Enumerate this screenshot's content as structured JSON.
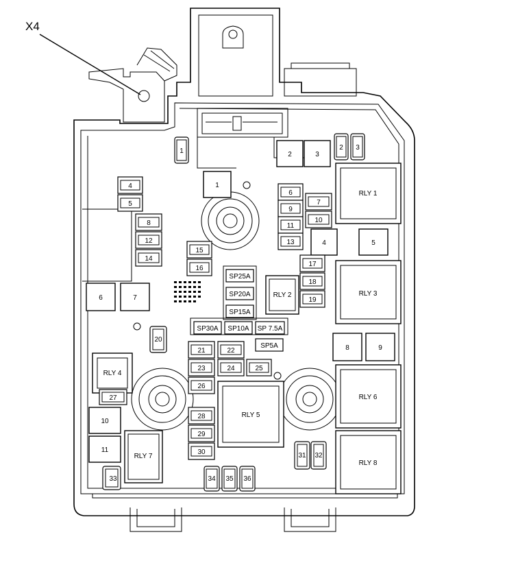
{
  "callout": {
    "label": "X4"
  },
  "relays": {
    "rly1": "RLY 1",
    "rly2": "RLY 2",
    "rly3": "RLY 3",
    "rly4": "RLY 4",
    "rly5": "RLY 5",
    "rly6": "RLY 6",
    "rly7": "RLY 7",
    "rly8": "RLY 8"
  },
  "blocks": {
    "b1_top": "1",
    "b1_mid": "1",
    "b2": "2",
    "b3": "3",
    "b4": "4",
    "b5": "5",
    "b6": "6",
    "b7": "7",
    "b8": "8",
    "b9": "9",
    "b10": "10",
    "b11": "11",
    "f2": "2",
    "f3": "3"
  },
  "fuses": {
    "f4": "4",
    "f5": "5",
    "f6": "6",
    "f7": "7",
    "f8": "8",
    "f9": "9",
    "f10": "10",
    "f11": "11",
    "f12": "12",
    "f13": "13",
    "f14": "14",
    "f15": "15",
    "f16": "16",
    "f17": "17",
    "f18": "18",
    "f19": "19",
    "f20": "20",
    "f21": "21",
    "f22": "22",
    "f23": "23",
    "f24": "24",
    "f25": "25",
    "f26": "26",
    "f27": "27",
    "f28": "28",
    "f29": "29",
    "f30": "30",
    "f31": "31",
    "f32": "32",
    "f33": "33",
    "f34": "34",
    "f35": "35",
    "f36": "36"
  },
  "spares": {
    "sp25a": "SP25A",
    "sp20a": "SP20A",
    "sp15a": "SP15A",
    "sp30a": "SP30A",
    "sp10a": "SP10A",
    "sp75a": "SP 7.5A",
    "sp5a": "SP5A"
  }
}
